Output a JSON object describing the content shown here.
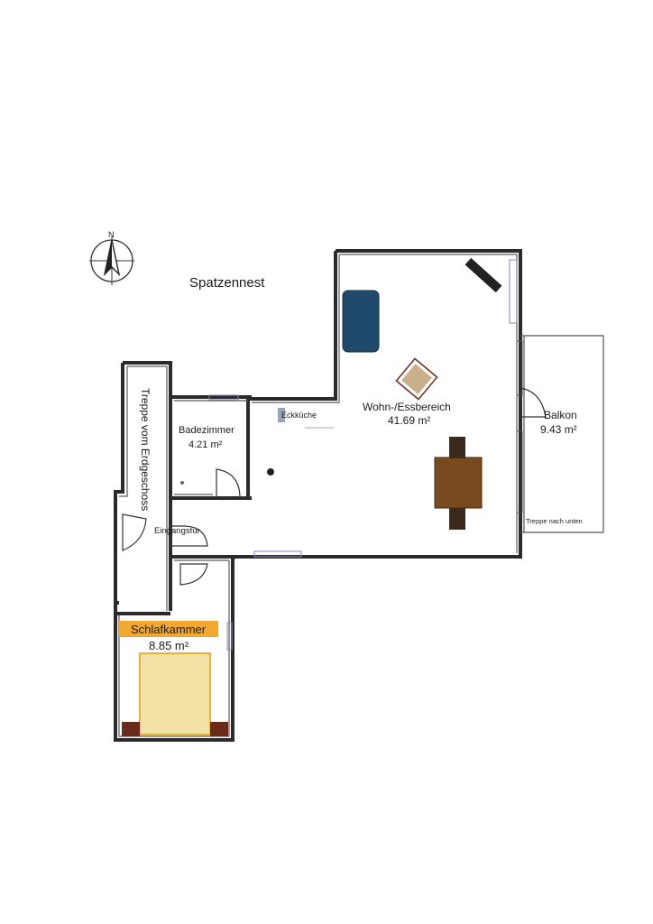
{
  "title": "Spatzennest",
  "compass_letter": "N",
  "rooms": {
    "wohn": {
      "name": "Wohn-/Essbereich",
      "area": "41.69 m²"
    },
    "balkon": {
      "name": "Balkon",
      "area": "9.43 m²"
    },
    "bad": {
      "name": "Badezimmer",
      "area": "4.21 m²"
    },
    "schlaf_a": {
      "name": "Schlaf",
      "name_rest": "kammer",
      "area": "8.85 m²"
    }
  },
  "labels": {
    "kitchen": "Eckküche",
    "entrance": "Eingangstür",
    "stairs_down": "Treppe nach unten",
    "stairs_up": "Treppe vom Erdgeschoss"
  },
  "colors": {
    "sofa": "#1f4a6b",
    "tv": "#222222",
    "table": "#7a4a1f",
    "chair": "#3a2a1e",
    "armchair": "#c9b08a",
    "bed": "#f3e2a6",
    "bed_frame": "#e6b23a",
    "nightstand": "#6b2b1a",
    "label_highlight": "#f0a830"
  }
}
